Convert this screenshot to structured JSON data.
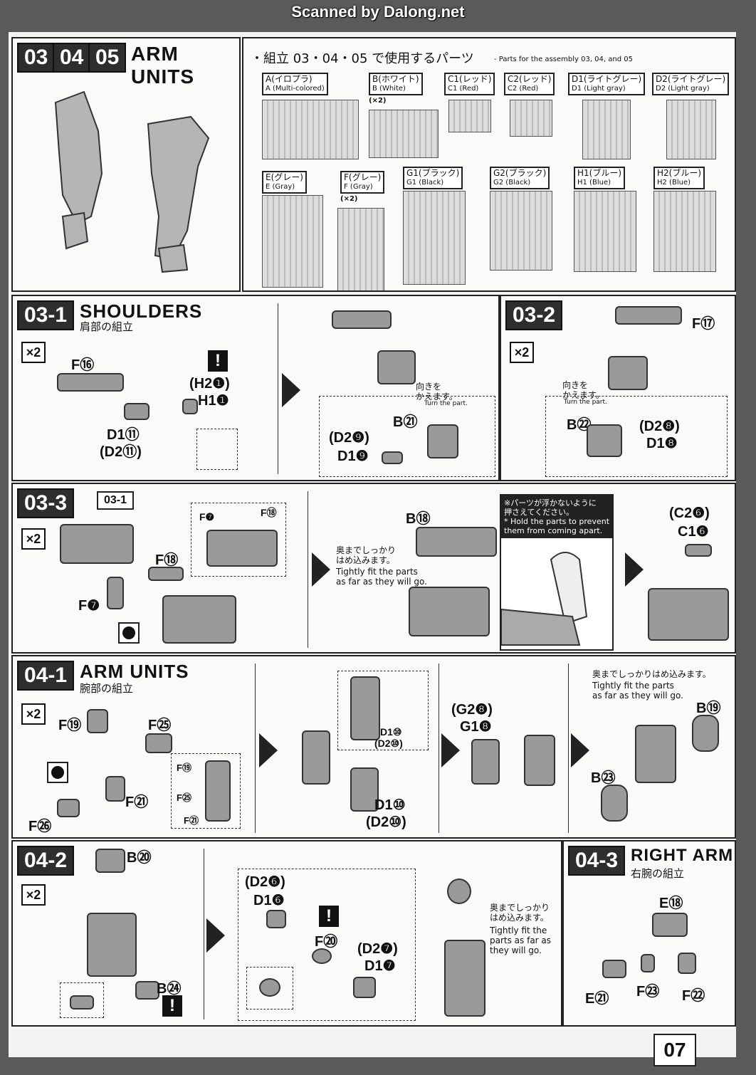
{
  "scan_credit": "Scanned by Dalong.net",
  "header": {
    "steps": [
      "03",
      "04",
      "05"
    ],
    "title": "ARM UNITS",
    "parts_heading_jp": "・組立 03・04・05 で使用するパーツ",
    "parts_heading_en": "- Parts for the assembly 03, 04, and 05"
  },
  "runners": [
    {
      "jp": "A(イロプラ)",
      "en": "A (Multi-colored)"
    },
    {
      "jp": "B(ホワイト)",
      "en": "B (White)",
      "count": "(×2)"
    },
    {
      "jp": "C1(レッド)",
      "en": "C1 (Red)"
    },
    {
      "jp": "C2(レッド)",
      "en": "C2 (Red)"
    },
    {
      "jp": "D1(ライトグレー)",
      "en": "D1 (Light gray)"
    },
    {
      "jp": "D2(ライトグレー)",
      "en": "D2 (Light gray)"
    },
    {
      "jp": "E(グレー)",
      "en": "E (Gray)"
    },
    {
      "jp": "F(グレー)",
      "en": "F (Gray)",
      "count": "(×2)"
    },
    {
      "jp": "G1(ブラック)",
      "en": "G1 (Black)"
    },
    {
      "jp": "G2(ブラック)",
      "en": "G2 (Black)"
    },
    {
      "jp": "H1(ブルー)",
      "en": "H1 (Blue)"
    },
    {
      "jp": "H2(ブルー)",
      "en": "H2 (Blue)"
    }
  ],
  "step_03_1": {
    "badge": "03-1",
    "title": "SHOULDERS",
    "subtitle": "肩部の組立",
    "multiplier": "×2",
    "labels": [
      "F⑯",
      "(H2❶)",
      "H1❶",
      "D1⑪",
      "(D2⑪)",
      "B㉑",
      "(D2❾)",
      "D1❾"
    ],
    "turn_jp": "向きを\nかえます。",
    "turn_en": "Turn the part."
  },
  "step_03_2": {
    "badge": "03-2",
    "multiplier": "×2",
    "labels": [
      "F⑰",
      "B㉒",
      "(D2❽)",
      "D1❽"
    ],
    "turn_jp": "向きを\nかえます。",
    "turn_en": "Turn the part."
  },
  "step_03_3": {
    "badge": "03-3",
    "ref": "03-1",
    "multiplier": "×2",
    "labels": [
      "F❼",
      "F⑱",
      "F⑱",
      "F❼",
      "B⑱",
      "(C2❻)",
      "C1❻"
    ],
    "fit_jp": "奥までしっかり\nはめ込みます。",
    "fit_en": "Tightly fit the parts\nas far as they will go.",
    "hold_jp": "※パーツが浮かないように\n押さえてください。",
    "hold_en": "* Hold the parts to prevent\nthem from coming apart."
  },
  "step_04_1": {
    "badge": "04-1",
    "title": "ARM UNITS",
    "subtitle": "腕部の組立",
    "multiplier": "×2",
    "labels": [
      "F⑲",
      "F㉕",
      "F㉑",
      "F㉖",
      "F⑲",
      "F㉕",
      "F㉑",
      "D1⑩",
      "(D2⑩)",
      "D1⑩",
      "(D2⑩)",
      "(G2❽)",
      "G1❽",
      "B⑲",
      "B㉓"
    ],
    "fit_jp": "奥までしっかりはめ込みます。",
    "fit_en": "Tightly fit the parts\nas far as they will go."
  },
  "step_04_2": {
    "badge": "04-2",
    "multiplier": "×2",
    "labels": [
      "B⑳",
      "B㉔",
      "(D2❻)",
      "D1❻",
      "F⑳",
      "(D2❼)",
      "D1❼"
    ],
    "fit_jp": "奥までしっかり\nはめ込みます。",
    "fit_en": "Tightly fit the\nparts as far as\nthey will go."
  },
  "step_04_3": {
    "badge": "04-3",
    "title": "RIGHT ARM",
    "subtitle": "右腕の組立",
    "labels": [
      "E⑱",
      "E㉑",
      "F㉓",
      "F㉒"
    ]
  },
  "page_number": "07"
}
